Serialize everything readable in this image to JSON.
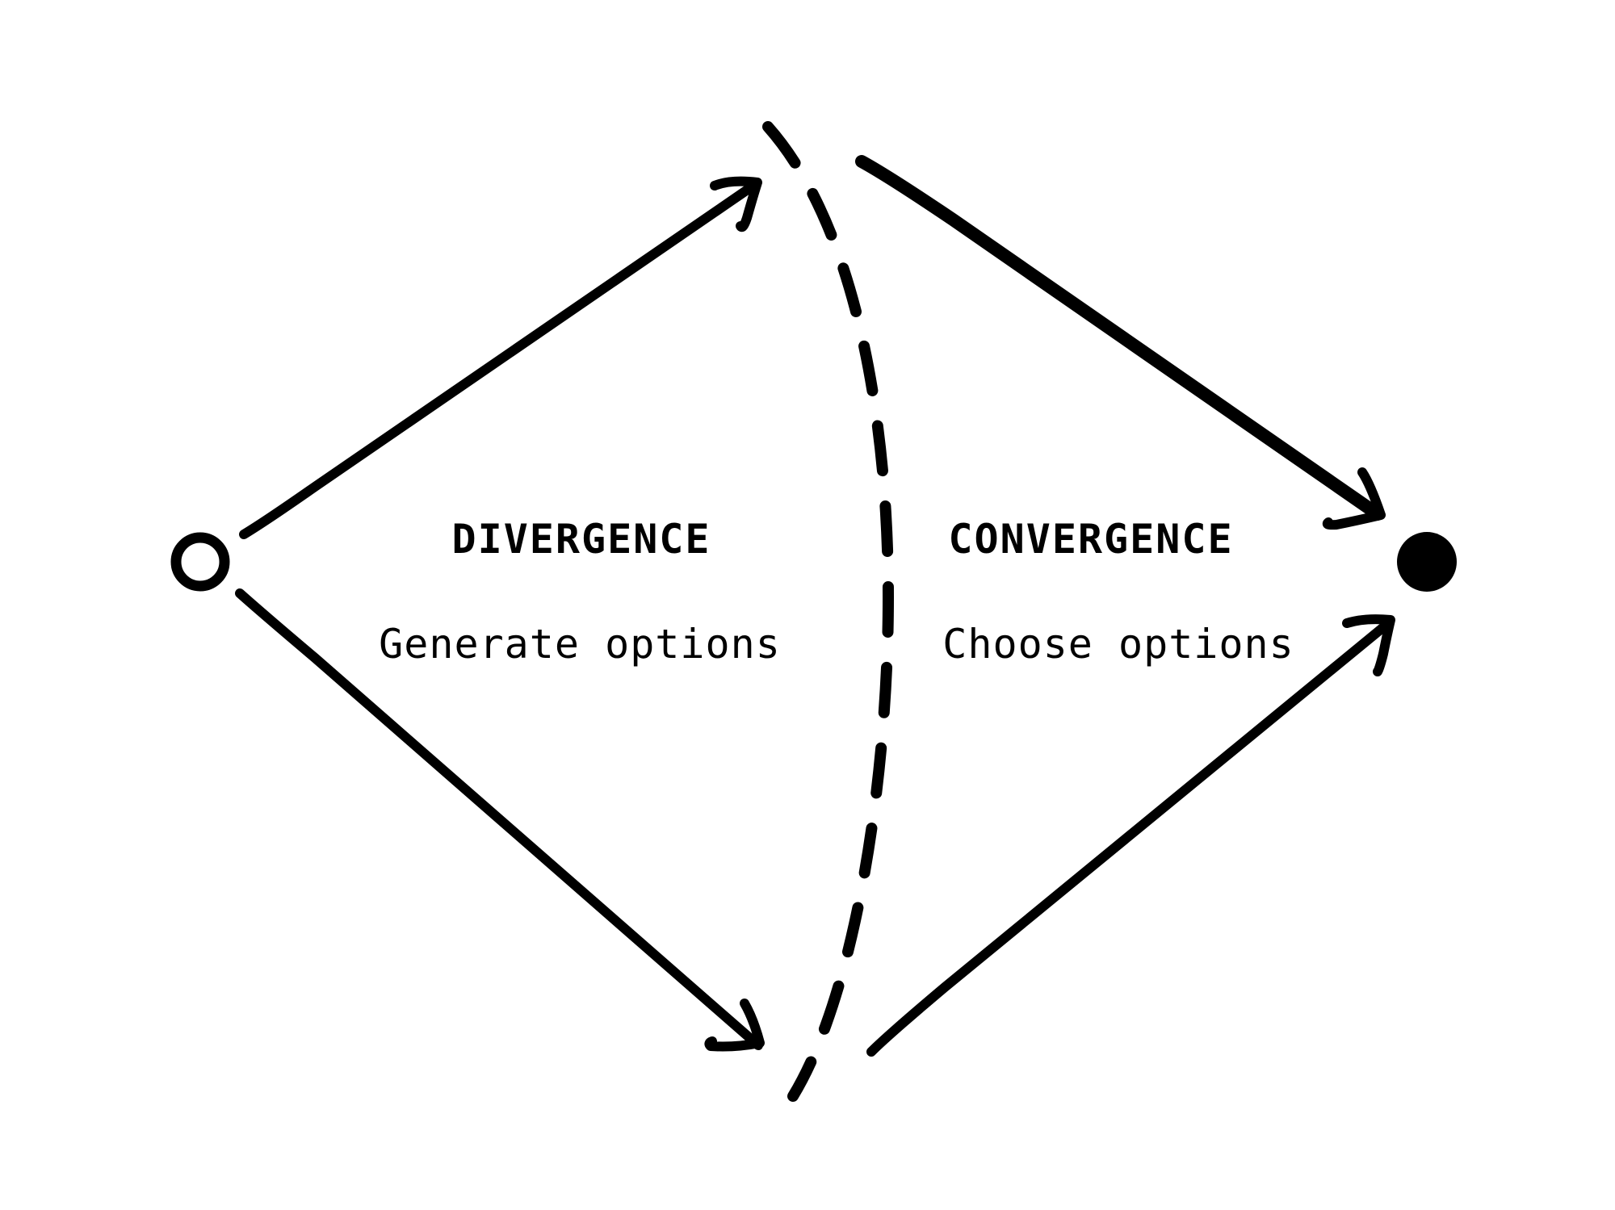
{
  "divergence": {
    "heading": "DIVERGENCE",
    "subtext": "Generate options"
  },
  "convergence": {
    "heading": "CONVERGENCE",
    "subtext": "Choose options"
  },
  "colors": {
    "ink": "#000000",
    "background": "#ffffff"
  },
  "nodes": {
    "start": "hollow-circle",
    "end": "filled-circle"
  }
}
